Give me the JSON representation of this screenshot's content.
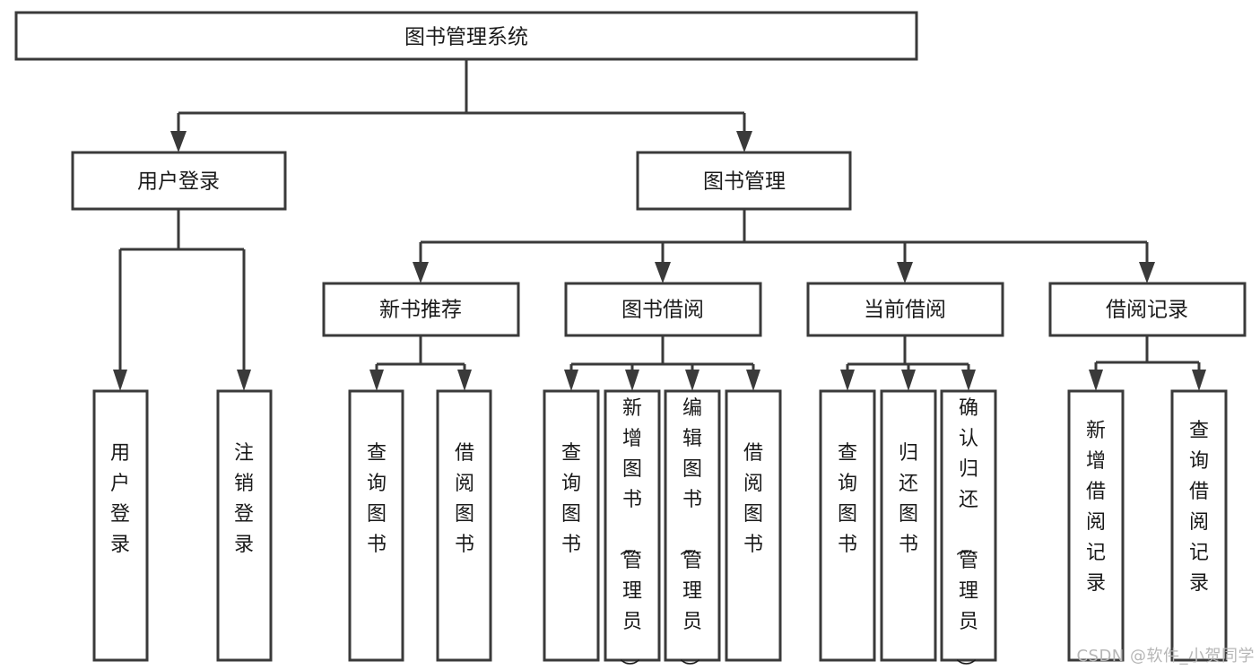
{
  "diagram": {
    "type": "tree",
    "title": "图书管理系统",
    "watermark": "CSDN @软件_小贺同学",
    "colors": {
      "box_stroke": "#3a3a3a",
      "box_fill": "#ffffff",
      "text": "#1a1a1a",
      "background": "#ffffff",
      "watermark": "#b6b6b6"
    },
    "nodes": {
      "root": {
        "label": "图书管理系统"
      },
      "level2": [
        {
          "label": "用户登录"
        },
        {
          "label": "图书管理"
        }
      ],
      "level3": [
        {
          "label": "新书推荐"
        },
        {
          "label": "图书借阅"
        },
        {
          "label": "当前借阅"
        },
        {
          "label": "借阅记录"
        }
      ],
      "leaves": {
        "user_login": [
          {
            "label": "用户登录"
          },
          {
            "label": "注销登录"
          }
        ],
        "new_book_recommend": [
          {
            "label": "查询图书"
          },
          {
            "label": "借阅图书"
          }
        ],
        "book_borrow": [
          {
            "label": "查询图书"
          },
          {
            "label": "新增图书（管理员）"
          },
          {
            "label": "编辑图书（管理员）"
          },
          {
            "label": "借阅图书"
          }
        ],
        "current_borrow": [
          {
            "label": "查询图书"
          },
          {
            "label": "归还图书"
          },
          {
            "label": "确认归还（管理员）"
          }
        ],
        "borrow_record": [
          {
            "label": "新增借阅记录"
          },
          {
            "label": "查询借阅记录"
          }
        ]
      }
    }
  }
}
